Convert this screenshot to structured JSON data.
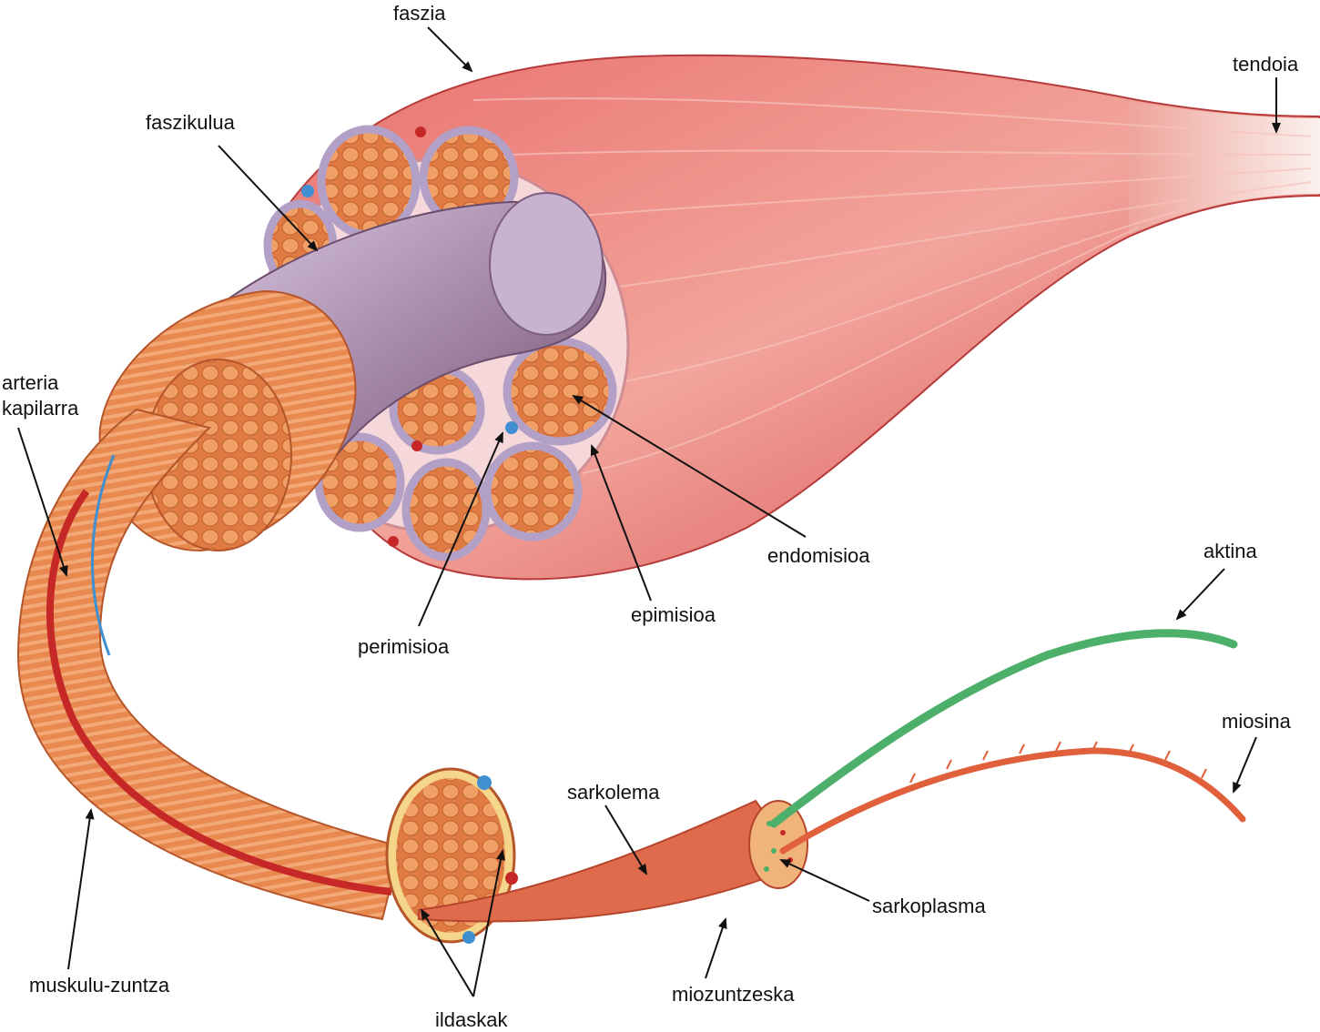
{
  "labels": {
    "faszia": "faszia",
    "tendoia": "tendoia",
    "faszikulua": "faszikulua",
    "arteria_kapilarra_1": "arteria",
    "arteria_kapilarra_2": "kapilarra",
    "endomisioa": "endomisioa",
    "epimisioa": "epimisioa",
    "perimisioa": "perimisioa",
    "aktina": "aktina",
    "miosina": "miosina",
    "sarkolema": "sarkolema",
    "sarkoplasma": "sarkoplasma",
    "miozuntzeska": "miozuntzeska",
    "muskulu_zuntza": "muskulu-zuntza",
    "ildaskak": "ildaskak"
  },
  "colors": {
    "muscle": "#d9524f",
    "muscle_light": "#f1a39a",
    "epimysium": "#f6d7d8",
    "perimysium": "#b9a8c9",
    "fascicle": "#e98a4f",
    "fiber": "#e58449",
    "artery": "#c62828",
    "vein": "#3f8fd1",
    "actin": "#4caf6a",
    "myosin": "#e0603c",
    "tendon": "#f7e6e2"
  }
}
